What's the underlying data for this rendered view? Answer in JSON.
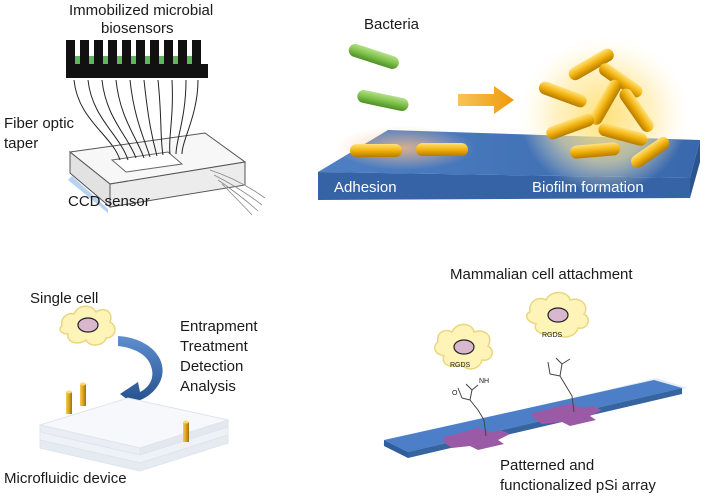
{
  "panel_a": {
    "title_line1": "Immobilized microbial",
    "title_line2": "biosensors",
    "taper_line1": "Fiber optic",
    "taper_line2": "taper",
    "ccd": "CCD sensor"
  },
  "panel_b": {
    "bacteria": "Bacteria",
    "adhesion": "Adhesion",
    "biofilm": "Biofilm formation"
  },
  "panel_c": {
    "single_cell": "Single cell",
    "steps": [
      "Entrapment",
      "Treatment",
      "Detection",
      "Analysis"
    ],
    "device": "Microfluidic device"
  },
  "panel_d": {
    "title": "Mammalian cell attachment",
    "peptide_1": "RGDS",
    "peptide_2": "RGDS",
    "nh": "NH",
    "o": "O",
    "caption_line1": "Patterned and",
    "caption_line2": "functionalized pSi array"
  },
  "colors": {
    "bacteria_green": "#7fc24a",
    "bacteria_gold": "#f2b10c",
    "slab_blue": "#3f72b8",
    "arrow_orange": "#f0a514",
    "curve_arrow_blue": "#2f5d99",
    "pillar_gold": "#d9a41b",
    "cell_yellow": "#fff4b8",
    "nucleus_lilac": "#d9b7cf",
    "pattern_purple": "#9a5aa6"
  }
}
